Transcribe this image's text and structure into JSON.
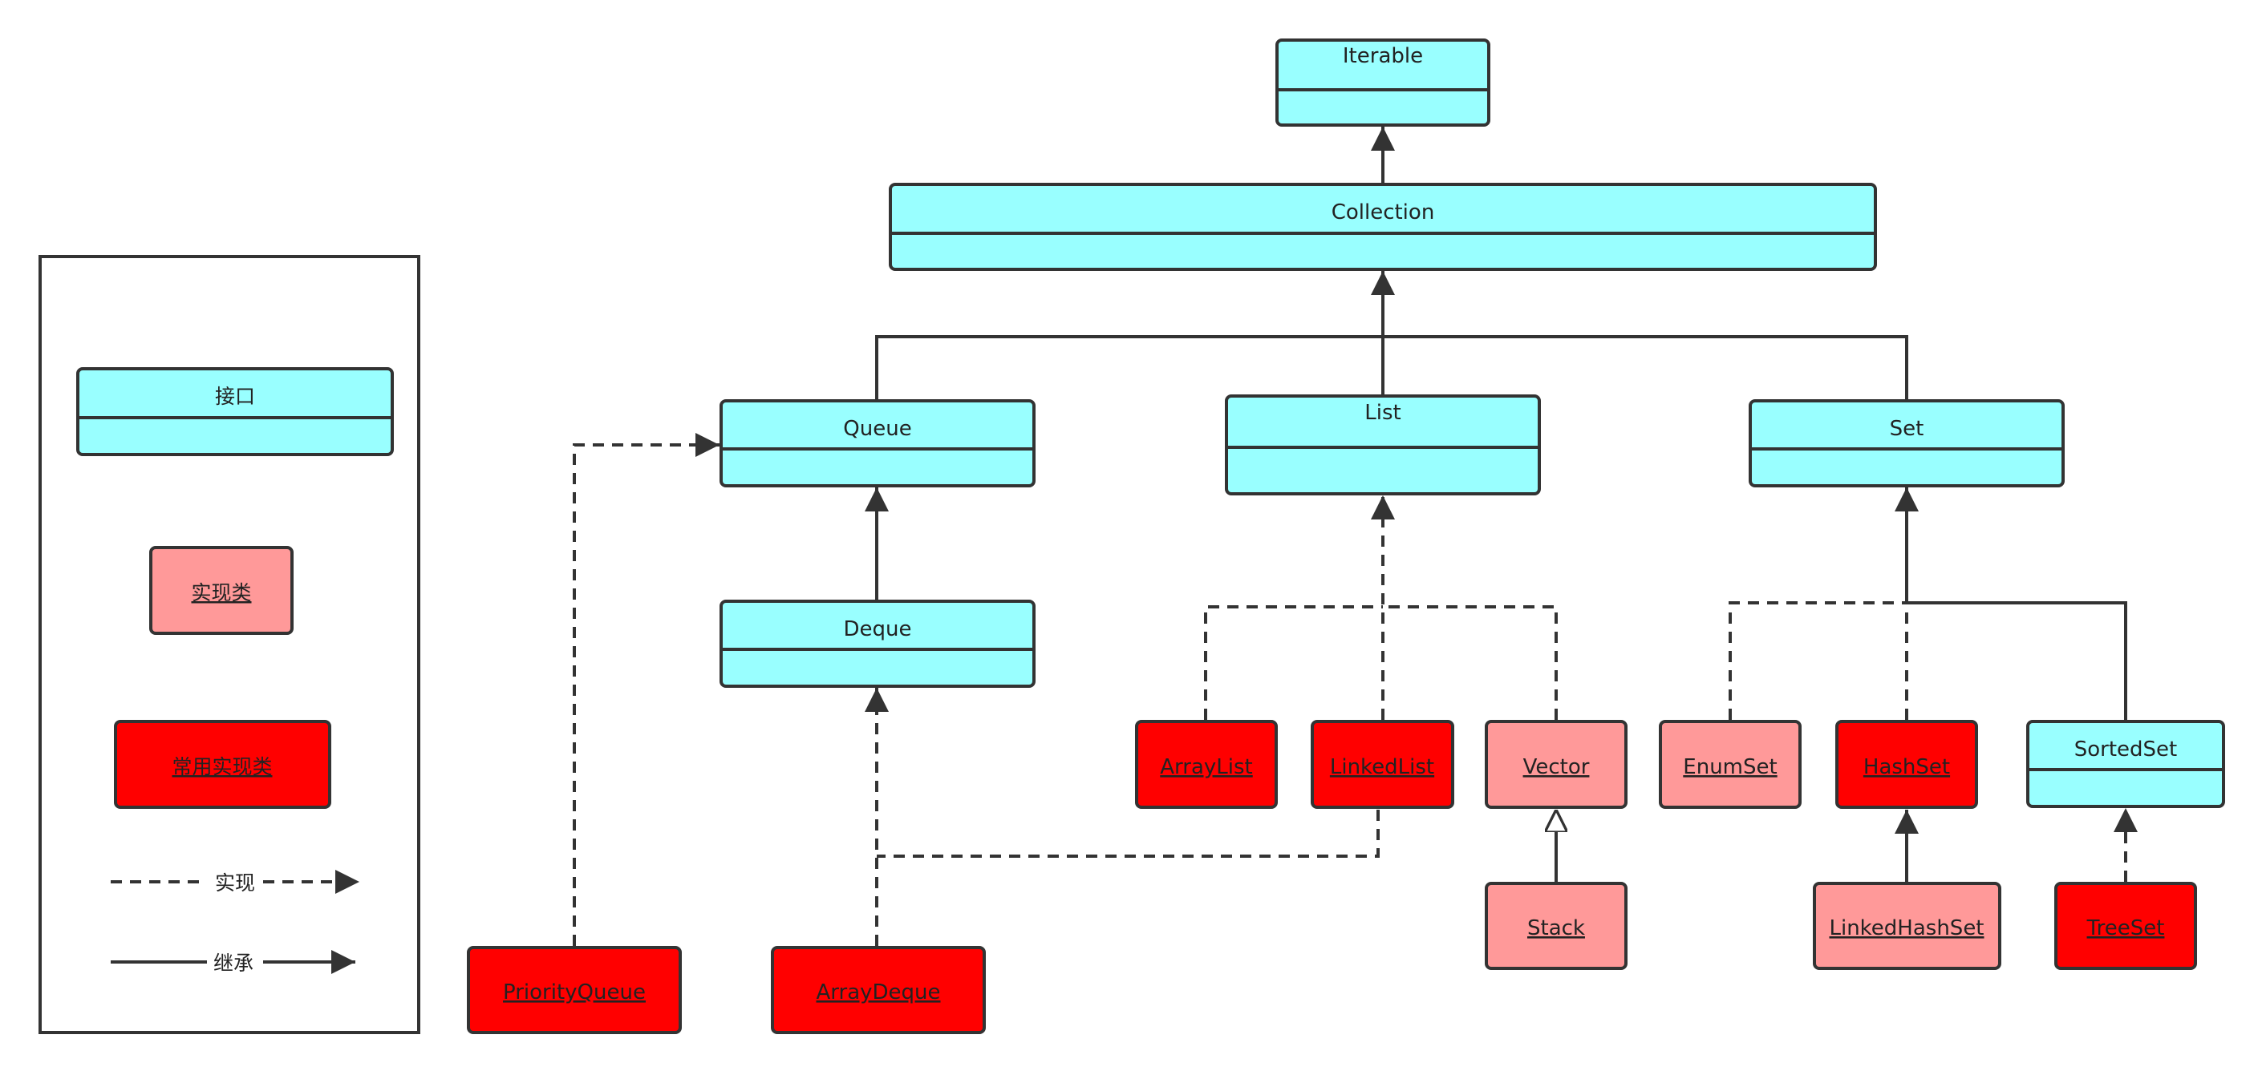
{
  "legend": {
    "interface_label": "接口",
    "impl_label": "实现类",
    "common_impl_label": "常用实现类",
    "implements_label": "实现",
    "extends_label": "继承"
  },
  "nodes": {
    "iterable": "Iterable",
    "collection": "Collection",
    "queue": "Queue",
    "list": "List",
    "set": "Set",
    "deque": "Deque",
    "arraylist": "ArrayList",
    "linkedlist": "LinkedList",
    "vector": "Vector",
    "stack": "Stack",
    "enumset": "EnumSet",
    "hashset": "HashSet",
    "linkedhashset": "LinkedHashSet",
    "sortedset": "SortedSet",
    "treeset": "TreeSet",
    "priorityqueue": "PriorityQueue",
    "arraydeque": "ArrayDeque"
  },
  "colors": {
    "interface": "#99ffff",
    "impl": "#ff9999",
    "common_impl": "#ff0000",
    "line": "#333333"
  }
}
